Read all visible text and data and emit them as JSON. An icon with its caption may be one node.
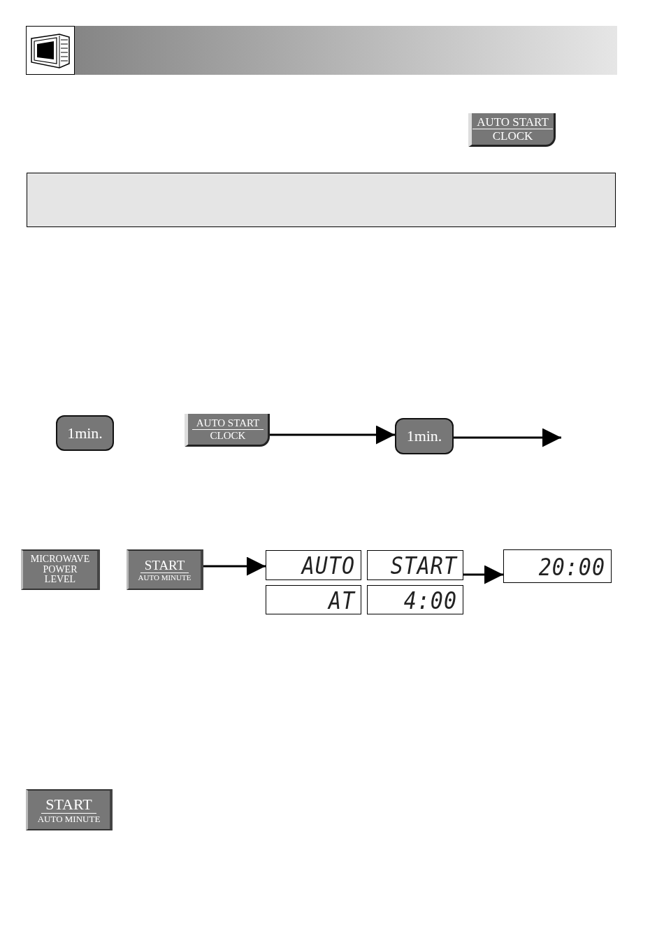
{
  "diagram": {
    "nodes": [
      {
        "text": [
          "AUTO START",
          "CLOCK"
        ]
      },
      {
        "text": [
          "1min."
        ]
      },
      {
        "text": [
          "AUTO START",
          "CLOCK"
        ]
      },
      {
        "text": [
          "1min."
        ]
      },
      {
        "text": [
          "MICROWAVE POWER LEVEL"
        ]
      },
      {
        "text": [
          "START",
          "AUTO MINUTE"
        ]
      },
      {
        "text": [
          "AUTO"
        ]
      },
      {
        "text": [
          "START"
        ]
      },
      {
        "text": [
          "AT"
        ]
      },
      {
        "text": [
          "4:00"
        ]
      },
      {
        "text": [
          "20:00"
        ]
      },
      {
        "text": [
          "START",
          "AUTO MINUTE"
        ]
      }
    ],
    "edges": [
      {
        "from": 2,
        "to": 3,
        "arrow": "to"
      },
      {
        "from": 3,
        "to": null,
        "arrow": "to"
      },
      {
        "from": 5,
        "to": 6,
        "arrow": "to"
      },
      {
        "from": 7,
        "to": 10,
        "arrow": "to"
      }
    ]
  }
}
